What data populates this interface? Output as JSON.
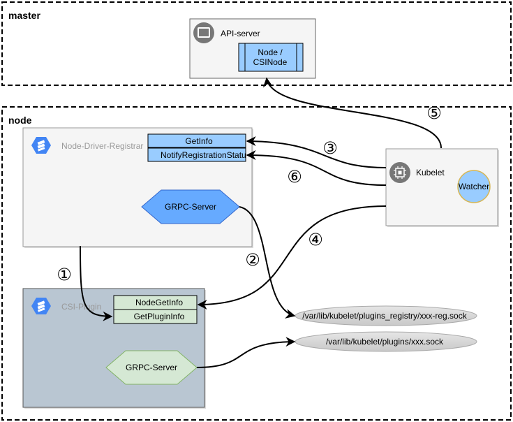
{
  "groups": {
    "master": "master",
    "node": "node"
  },
  "api_server": {
    "label": "API-server",
    "node_csinode_line1": "Node /",
    "node_csinode_line2": "CSINode",
    "icon": "api-server-icon"
  },
  "registrar": {
    "label": "Node-Driver-Registrar",
    "getinfo": "GetInfo",
    "notify": "NotifyRegistrationStatus",
    "grpc": "GRPC-Server",
    "icon": "kubernetes-engine-icon"
  },
  "kubelet": {
    "label": "Kubelet",
    "watcher": "Watcher",
    "icon": "chip-icon"
  },
  "plugin": {
    "label": "CSI-Plugin",
    "nodegetinfo": "NodeGetInfo",
    "getplugininfo": "GetPluginInfo",
    "grpc": "GRPC-Server",
    "icon": "kubernetes-engine-icon"
  },
  "sockets": {
    "reg_sock": "/var/lib/kubelet/plugins_registry/xxx-reg.sock",
    "plugin_sock": "/var/lib/kubelet/plugins/xxx.sock"
  },
  "steps": {
    "s1": "①",
    "s2": "②",
    "s3": "③",
    "s4": "④",
    "s5": "⑤",
    "s6": "⑥"
  },
  "colors": {
    "blue_box": "#99ccff",
    "blue_hex": "#66aaff",
    "green_box": "#d5e8d4",
    "plugin_bg": "#b9c6d2",
    "panel_bg": "#f5f5f5",
    "socket": "#d5d5d5",
    "icon_grey": "#777777",
    "gke_blue": "#4285f4"
  }
}
